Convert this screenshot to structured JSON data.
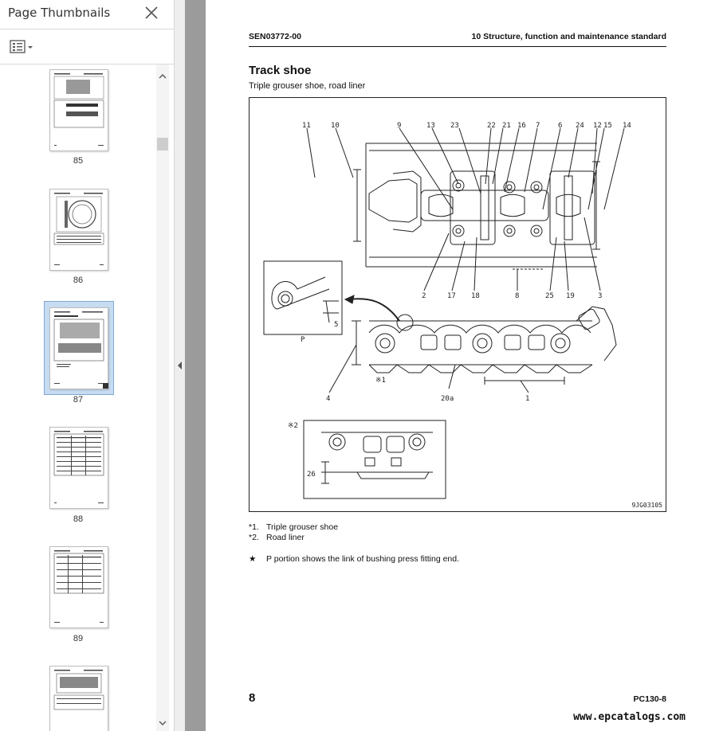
{
  "sidebar": {
    "title": "Page Thumbnails",
    "thumbnails": [
      {
        "label": "85"
      },
      {
        "label": "86"
      },
      {
        "label": "87",
        "selected": true
      },
      {
        "label": "88"
      },
      {
        "label": "89"
      },
      {
        "label": ""
      }
    ]
  },
  "page": {
    "doc_code": "SEN03772-00",
    "chapter": "10 Structure, function and maintenance standard",
    "title": "Track shoe",
    "subtitle": "Triple grouser shoe, road liner",
    "figure": {
      "code": "9JG03105",
      "callouts_top": [
        "11",
        "10",
        "9",
        "13",
        "23",
        "22",
        "21",
        "16",
        "7",
        "6",
        "24",
        "12",
        "15",
        "14"
      ],
      "callouts_bottom": [
        "2",
        "17",
        "18",
        "8",
        "25",
        "19",
        "3"
      ],
      "detail_label": "P",
      "callout_5": "5",
      "callout_4": "4",
      "callout_1": "1",
      "callout_20a": "20a",
      "star1": "※1",
      "star2": "※2",
      "callout_26": "26"
    },
    "notes": [
      {
        "key": "*1.",
        "text": "Triple grouser shoe"
      },
      {
        "key": "*2.",
        "text": "Road liner"
      }
    ],
    "star_note": {
      "key": "★",
      "text": "P portion shows the link of bushing press fitting end."
    },
    "page_number": "8",
    "model": "PC130-8"
  },
  "watermark": "www.epcatalogs.com",
  "colors": {
    "selection": "#c7dcf1",
    "gutter": "#9b9b9b"
  }
}
